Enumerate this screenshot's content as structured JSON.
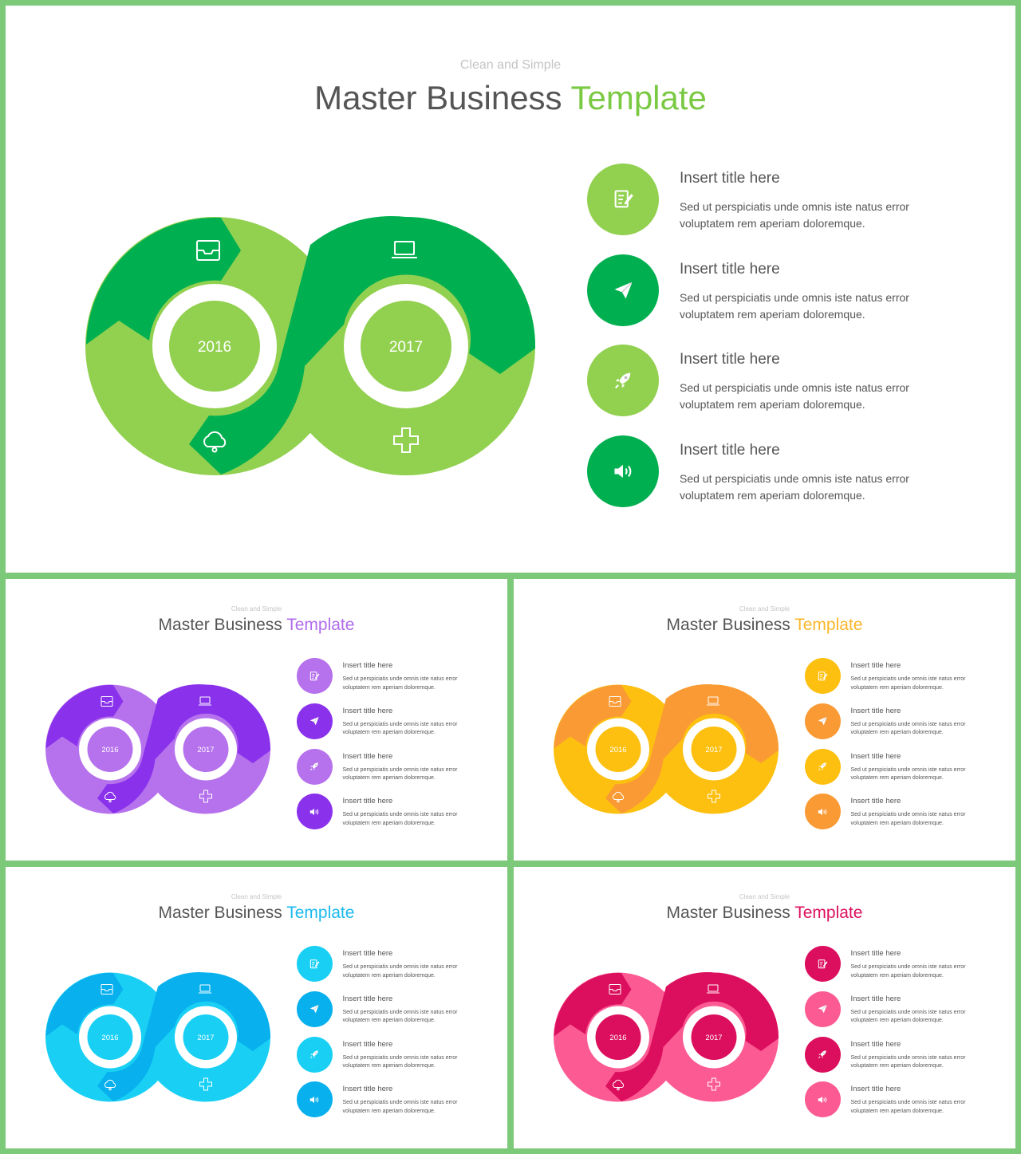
{
  "slides": [
    {
      "subtitle": "Clean and Simple",
      "title_main": "Master Business ",
      "title_accent": "Template",
      "years": [
        "2016",
        "2017"
      ],
      "items": [
        {
          "title": "Insert title here",
          "line1": "Sed ut perspiciatis unde omnis iste natus error",
          "line2": "voluptatem rem aperiam doloremque.",
          "icon": "notepad-icon"
        },
        {
          "title": "Insert title here",
          "line1": "Sed ut perspiciatis unde omnis iste natus error",
          "line2": "voluptatem rem aperiam doloremque.",
          "icon": "paper-plane-icon"
        },
        {
          "title": "Insert title here",
          "line1": "Sed ut perspiciatis unde omnis iste natus error",
          "line2": "voluptatem rem aperiam doloremque.",
          "icon": "rocket-icon"
        },
        {
          "title": "Insert title here",
          "line1": "Sed ut perspiciatis unde omnis iste natus error",
          "line2": "voluptatem rem aperiam doloremque.",
          "icon": "speaker-icon"
        }
      ],
      "colors": {
        "light": "#92d050",
        "dark": "#00b050",
        "accent": "#7ac943",
        "center": "#92d050"
      }
    },
    {
      "subtitle": "Clean and Simple",
      "title_main": "Master Business ",
      "title_accent": "Template",
      "years": [
        "2016",
        "2017"
      ],
      "items": [
        {
          "title": "Insert title here",
          "line1": "Sed ut perspiciatis unde omnis iste natus error",
          "line2": "voluptatem rem aperiam doloremque.",
          "icon": "notepad-icon"
        },
        {
          "title": "Insert title here",
          "line1": "Sed ut perspiciatis unde omnis iste natus error",
          "line2": "voluptatem rem aperiam doloremque.",
          "icon": "paper-plane-icon"
        },
        {
          "title": "Insert title here",
          "line1": "Sed ut perspiciatis unde omnis iste natus error",
          "line2": "voluptatem rem aperiam doloremque.",
          "icon": "rocket-icon"
        },
        {
          "title": "Insert title here",
          "line1": "Sed ut perspiciatis unde omnis iste natus error",
          "line2": "voluptatem rem aperiam doloremque.",
          "icon": "speaker-icon"
        }
      ],
      "colors": {
        "light": "#b672ec",
        "dark": "#8a31ec",
        "accent": "#b06bec",
        "center": "#b672ec"
      }
    },
    {
      "subtitle": "Clean and Simple",
      "title_main": "Master Business ",
      "title_accent": "Template",
      "years": [
        "2016",
        "2017"
      ],
      "items": [
        {
          "title": "Insert title here",
          "line1": "Sed ut perspiciatis unde omnis iste natus error",
          "line2": "voluptatem rem aperiam doloremque.",
          "icon": "notepad-icon"
        },
        {
          "title": "Insert title here",
          "line1": "Sed ut perspiciatis unde omnis iste natus error",
          "line2": "voluptatem rem aperiam doloremque.",
          "icon": "paper-plane-icon"
        },
        {
          "title": "Insert title here",
          "line1": "Sed ut perspiciatis unde omnis iste natus error",
          "line2": "voluptatem rem aperiam doloremque.",
          "icon": "rocket-icon"
        },
        {
          "title": "Insert title here",
          "line1": "Sed ut perspiciatis unde omnis iste natus error",
          "line2": "voluptatem rem aperiam doloremque.",
          "icon": "speaker-icon"
        }
      ],
      "colors": {
        "light": "#fdc010",
        "dark": "#fa9a35",
        "accent": "#fbb62a",
        "center": "#fdc010"
      }
    },
    {
      "subtitle": "Clean and Simple",
      "title_main": "Master Business ",
      "title_accent": "Template",
      "years": [
        "2016",
        "2017"
      ],
      "items": [
        {
          "title": "Insert title here",
          "line1": "Sed ut perspiciatis unde omnis iste natus error",
          "line2": "voluptatem rem aperiam doloremque.",
          "icon": "notepad-icon"
        },
        {
          "title": "Insert title here",
          "line1": "Sed ut perspiciatis unde omnis iste natus error",
          "line2": "voluptatem rem aperiam doloremque.",
          "icon": "paper-plane-icon"
        },
        {
          "title": "Insert title here",
          "line1": "Sed ut perspiciatis unde omnis iste natus error",
          "line2": "voluptatem rem aperiam doloremque.",
          "icon": "rocket-icon"
        },
        {
          "title": "Insert title here",
          "line1": "Sed ut perspiciatis unde omnis iste natus error",
          "line2": "voluptatem rem aperiam doloremque.",
          "icon": "speaker-icon"
        }
      ],
      "colors": {
        "light": "#19d0f4",
        "dark": "#08b0ee",
        "accent": "#1bb9ee",
        "center": "#19d0f4"
      }
    },
    {
      "subtitle": "Clean and Simple",
      "title_main": "Master Business ",
      "title_accent": "Template",
      "years": [
        "2016",
        "2017"
      ],
      "items": [
        {
          "title": "Insert title here",
          "line1": "Sed ut perspiciatis unde omnis iste natus error",
          "line2": "voluptatem rem aperiam doloremque.",
          "icon": "notepad-icon"
        },
        {
          "title": "Insert title here",
          "line1": "Sed ut perspiciatis unde omnis iste natus error",
          "line2": "voluptatem rem aperiam doloremque.",
          "icon": "paper-plane-icon"
        },
        {
          "title": "Insert title here",
          "line1": "Sed ut perspiciatis unde omnis iste natus error",
          "line2": "voluptatem rem aperiam doloremque.",
          "icon": "rocket-icon"
        },
        {
          "title": "Insert title here",
          "line1": "Sed ut perspiciatis unde omnis iste natus error",
          "line2": "voluptatem rem aperiam doloremque.",
          "icon": "speaker-icon"
        }
      ],
      "colors": {
        "light": "#fc5a93",
        "dark": "#dc0f5e",
        "accent": "#dc0f5e",
        "center": "#dc0f5e"
      }
    }
  ],
  "border_color": "#7dc97a"
}
